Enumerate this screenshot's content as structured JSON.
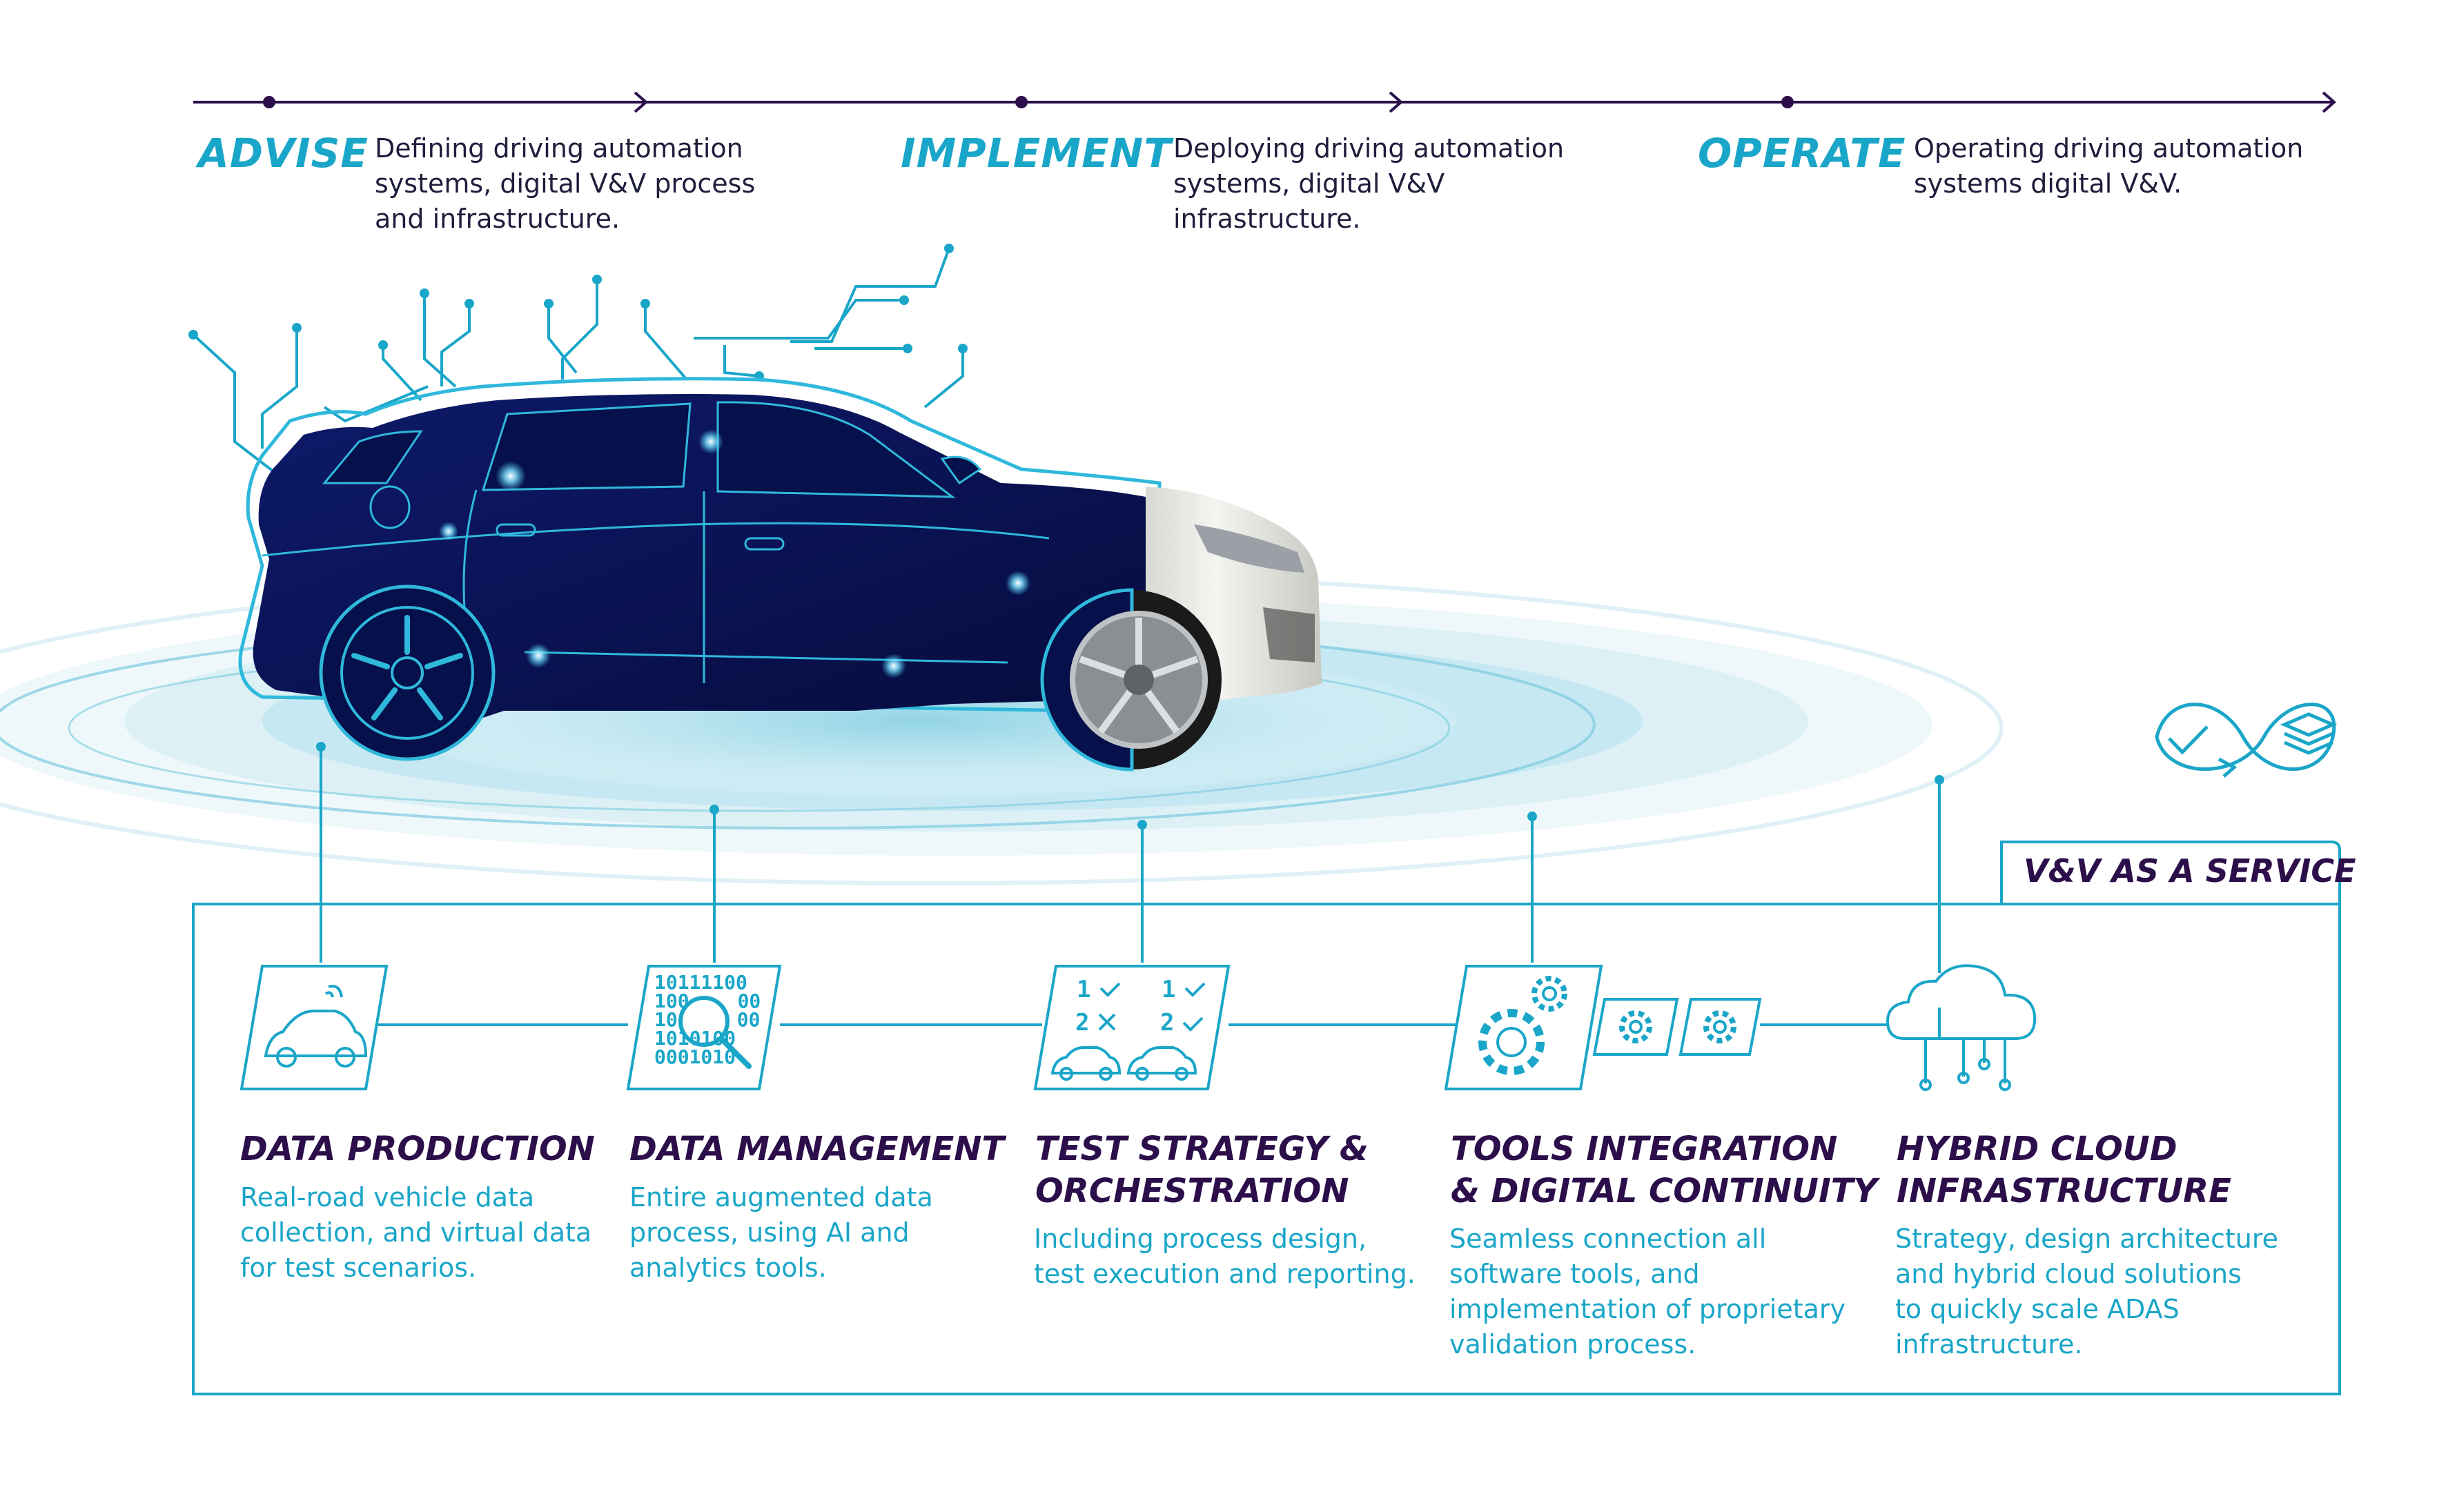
{
  "colors": {
    "accent": "#1aa6c8",
    "navy": "#2c0f4a",
    "car_body": "#0b1357",
    "text": "#1e1e3c",
    "ripple": "#bfe6f0"
  },
  "timeline": {
    "phases": [
      {
        "title": "ADVISE",
        "description_lines": [
          "Defining driving automation",
          "systems, digital V&V process",
          "and infrastructure."
        ]
      },
      {
        "title": "IMPLEMENT",
        "description_lines": [
          "Deploying driving automation",
          "systems, digital V&V",
          "infrastructure."
        ]
      },
      {
        "title": "OPERATE",
        "description_lines": [
          "Operating driving automation",
          "systems digital V&V."
        ]
      }
    ]
  },
  "service": {
    "label": "V&V AS A SERVICE",
    "icon": "infinity-check-layers-icon"
  },
  "pillars": [
    {
      "title_lines": [
        "DATA PRODUCTION"
      ],
      "description_lines": [
        "Real-road vehicle data",
        "collection, and virtual data",
        "for test scenarios."
      ],
      "icon": "connected-car-icon"
    },
    {
      "title_lines": [
        "DATA MANAGEMENT"
      ],
      "description_lines": [
        "Entire augmented data",
        "process, using AI and",
        "analytics tools."
      ],
      "icon": "binary-magnifier-icon",
      "binary_rows": [
        "10111100",
        "100",
        "00",
        "10",
        "00",
        "1010100",
        "0001010"
      ]
    },
    {
      "title_lines": [
        "TEST STRATEGY &",
        "ORCHESTRATION"
      ],
      "description_lines": [
        "Including process design,",
        "test execution and reporting."
      ],
      "icon": "test-checklist-icon",
      "checklist": [
        "1",
        "1",
        "2",
        "2"
      ]
    },
    {
      "title_lines": [
        "TOOLS INTEGRATION",
        "& DIGITAL CONTINUITY"
      ],
      "description_lines": [
        "Seamless connection all",
        "software tools, and",
        "implementation of proprietary",
        "validation process."
      ],
      "icon": "gears-icon"
    },
    {
      "title_lines": [
        "HYBRID CLOUD",
        "INFRASTRUCTURE"
      ],
      "description_lines": [
        "Strategy, design architecture",
        "and hybrid cloud solutions",
        "to quickly scale ADAS",
        "infrastructure."
      ],
      "icon": "cloud-network-icon"
    }
  ]
}
